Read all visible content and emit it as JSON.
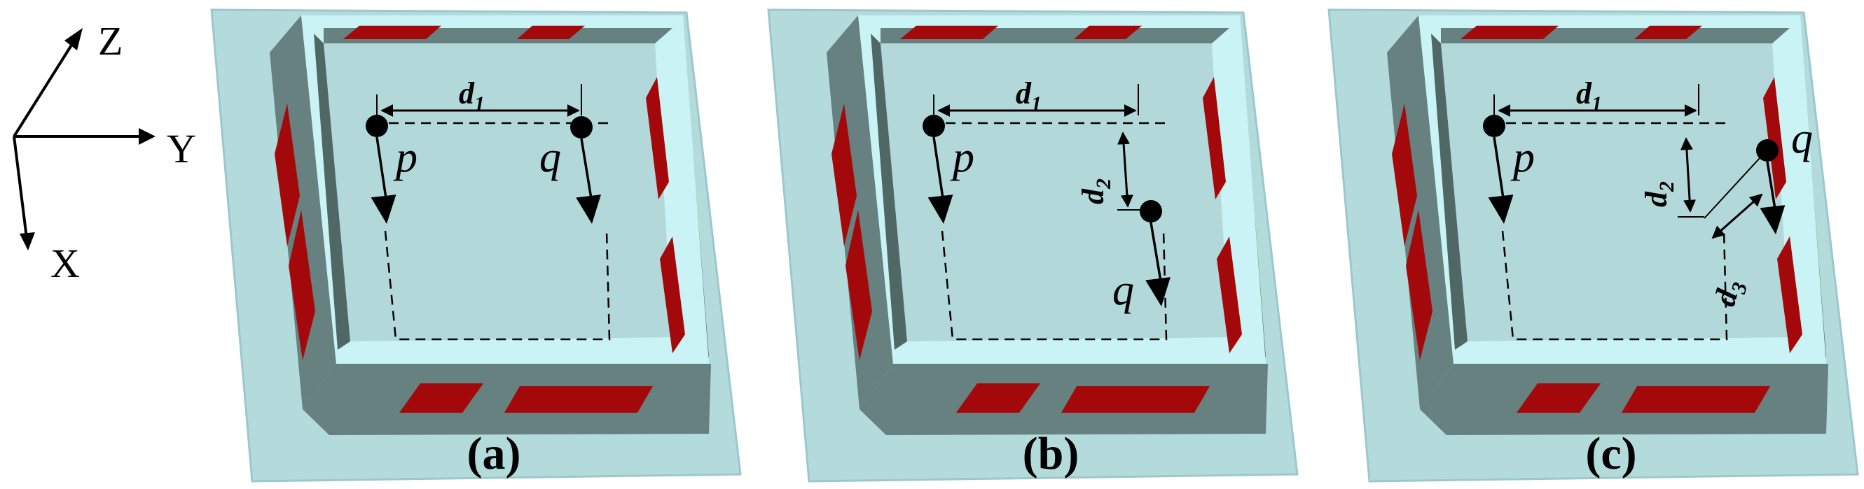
{
  "axes": {
    "z": "Z",
    "y": "Y",
    "x": "X"
  },
  "panels": [
    {
      "id": "a",
      "caption": "(a)",
      "labels": {
        "p": "p",
        "q": "q",
        "d1": "d",
        "d1_sub": "1"
      }
    },
    {
      "id": "b",
      "caption": "(b)",
      "labels": {
        "p": "p",
        "q": "q",
        "d1": "d",
        "d1_sub": "1",
        "d2": "d",
        "d2_sub": "2"
      }
    },
    {
      "id": "c",
      "caption": "(c)",
      "labels": {
        "p": "p",
        "q": "q",
        "d1": "d",
        "d1_sub": "1",
        "d2": "d",
        "d2_sub": "2",
        "d3": "d",
        "d3_sub": "3"
      }
    }
  ],
  "colors": {
    "base": "#b3dbdc",
    "base_edge": "#9cc8cb",
    "wall_top": "#c9f3f4",
    "wall_outer": "#66817f",
    "wall_outer_dark": "#4f6866",
    "floor": "#b2d8da",
    "magnet": "#a3090b",
    "ink": "#000000"
  }
}
